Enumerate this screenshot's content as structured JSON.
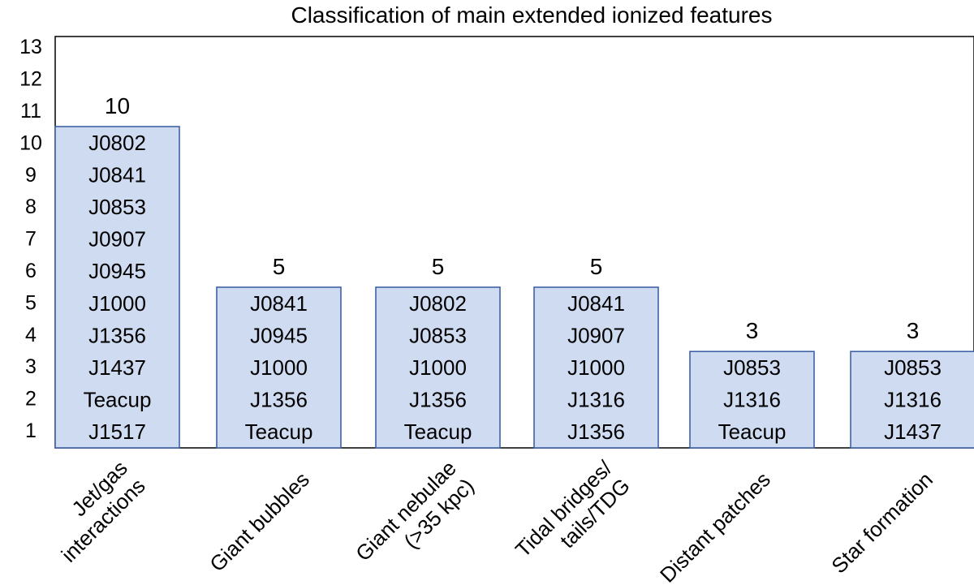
{
  "chart_data": {
    "type": "bar",
    "title": "Classification of main extended ionized features",
    "yticks": [
      "1",
      "2",
      "3",
      "4",
      "5",
      "6",
      "7",
      "8",
      "9",
      "10",
      "11",
      "12",
      "13"
    ],
    "ylim": [
      0,
      13
    ],
    "categories": [
      [
        "Jet/gas",
        "interactions"
      ],
      [
        "Giant bubbles"
      ],
      [
        "Giant nebulae",
        "(>35 kpc)"
      ],
      [
        "Tidal bridges/",
        "tails/TDG"
      ],
      [
        "Distant patches"
      ],
      [
        "Star formation"
      ]
    ],
    "values": [
      10,
      5,
      5,
      5,
      3,
      3
    ],
    "value_labels": [
      "10",
      "5",
      "5",
      "5",
      "3",
      "3"
    ],
    "bar_items": [
      [
        "J0802",
        "J0841",
        "J0853",
        "J0907",
        "J0945",
        "J1000",
        "J1356",
        "J1437",
        "Teacup",
        "J1517"
      ],
      [
        "J0841",
        "J0945",
        "J1000",
        "J1356",
        "Teacup"
      ],
      [
        "J0802",
        "J0853",
        "J1000",
        "J1356",
        "Teacup"
      ],
      [
        "J0841",
        "J0907",
        "J1000",
        "J1316",
        "J1356"
      ],
      [
        "J0853",
        "J1316",
        "Teacup"
      ],
      [
        "J0853",
        "J1316",
        "J1437"
      ]
    ],
    "colors": {
      "bar_fill": "#cfdbf1",
      "bar_edge": "#3e62a6"
    },
    "grid": false
  }
}
